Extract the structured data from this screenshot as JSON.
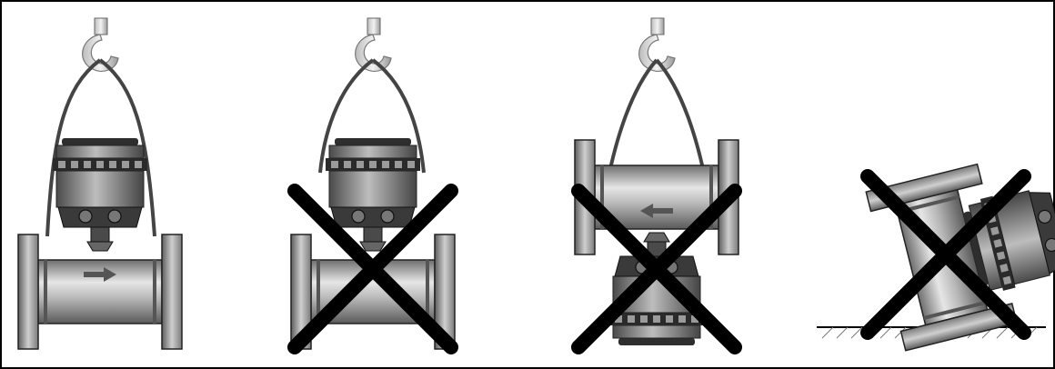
{
  "panels": [
    {
      "id": "lift-correct",
      "status": "correct"
    },
    {
      "id": "lift-by-housing-flanges-down",
      "status": "incorrect"
    },
    {
      "id": "lift-inverted-by-tube",
      "status": "incorrect"
    },
    {
      "id": "device-tipped-on-floor",
      "status": "incorrect"
    }
  ],
  "colors": {
    "metal_dark": "#3a3a3a",
    "metal_mid": "#8a8a8a",
    "metal_light": "#d8d8d8",
    "outline": "#111111",
    "cross": "#000000",
    "frame": "#000000"
  }
}
